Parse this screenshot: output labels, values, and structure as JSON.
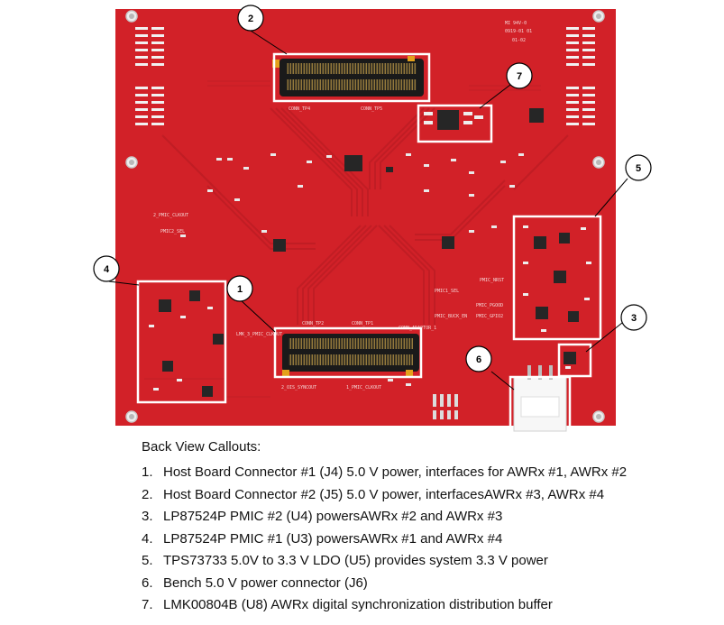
{
  "colors": {
    "board": "#d8232a",
    "board_dark": "#b81c22",
    "trace": "#c01e25",
    "silkscreen": "#f6dada",
    "callout_box": "#ffffff",
    "connector": "#1a1a1a"
  },
  "board_labels": {
    "logo_text": "MI 94V-0",
    "date_code": "0919-01 01",
    "rev": "01-02",
    "tp_conn_j5": "CONN_TP4",
    "tp_conn_j5b": "CONN_TP5",
    "tp_conn_j4": "CONN_TP2",
    "tp_conn_j4b": "CONN_TP1",
    "host_conn_label": "CONN_ADAPTOR_1",
    "lmk_label": "LMK_3_PMIC_CLKOUT",
    "sync_label": "2_OIS_SYNCOUT",
    "pmic_clk": "1_PMIC_CLKOUT",
    "tp_pmic2_clk": "2_PMIC_CLKOUT",
    "tp_pmic2_sel": "PMIC2_SEL",
    "tp_pmic_nrst": "PMIC_NRST",
    "tp_pmic1_sel": "PMIC1_SEL",
    "tp_pmic_pgood": "PMIC_PGOOD",
    "tp_pmic_gpio2": "PMIC_GPIO2",
    "tp_pmic_buck_en": "PMIC_BUCK_EN"
  },
  "callouts": [
    {
      "id": "1",
      "label": "1"
    },
    {
      "id": "2",
      "label": "2"
    },
    {
      "id": "3",
      "label": "3"
    },
    {
      "id": "4",
      "label": "4"
    },
    {
      "id": "5",
      "label": "5"
    },
    {
      "id": "6",
      "label": "6"
    },
    {
      "id": "7",
      "label": "7"
    }
  ],
  "legend": {
    "title": "Back View Callouts:",
    "items": [
      {
        "num": "1.",
        "text": "Host Board Connector #1 (J4) 5.0 V power, interfaces for AWRx #1, AWRx #2"
      },
      {
        "num": "2.",
        "text": "Host Board Connector #2 (J5) 5.0 V power, interfacesAWRx #3, AWRx #4"
      },
      {
        "num": "3.",
        "text": "LP87524P PMIC #2 (U4) powersAWRx #2 and AWRx #3"
      },
      {
        "num": "4.",
        "text": "LP87524P PMIC #1 (U3) powersAWRx #1 and AWRx #4"
      },
      {
        "num": "5.",
        "text": "TPS73733 5.0V to 3.3 V LDO (U5) provides system 3.3 V power"
      },
      {
        "num": "6.",
        "text": "Bench 5.0 V power connector (J6)"
      },
      {
        "num": "7.",
        "text": "LMK00804B (U8) AWRx digital synchronization distribution buffer"
      }
    ]
  }
}
